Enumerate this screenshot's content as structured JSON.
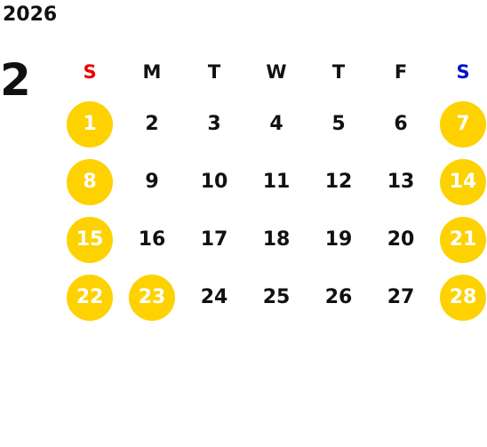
{
  "year": "2026",
  "month": "2",
  "colors": {
    "highlight": "#fdd200",
    "sunday_header": "#ee0000",
    "saturday_header": "#0011cc"
  },
  "weekdays": [
    "S",
    "M",
    "T",
    "W",
    "T",
    "F",
    "S"
  ],
  "weeks": [
    [
      {
        "d": "1",
        "hl": true
      },
      {
        "d": "2",
        "hl": false
      },
      {
        "d": "3",
        "hl": false
      },
      {
        "d": "4",
        "hl": false
      },
      {
        "d": "5",
        "hl": false
      },
      {
        "d": "6",
        "hl": false
      },
      {
        "d": "7",
        "hl": true
      }
    ],
    [
      {
        "d": "8",
        "hl": true
      },
      {
        "d": "9",
        "hl": false
      },
      {
        "d": "10",
        "hl": false
      },
      {
        "d": "11",
        "hl": false
      },
      {
        "d": "12",
        "hl": false
      },
      {
        "d": "13",
        "hl": false
      },
      {
        "d": "14",
        "hl": true
      }
    ],
    [
      {
        "d": "15",
        "hl": true
      },
      {
        "d": "16",
        "hl": false
      },
      {
        "d": "17",
        "hl": false
      },
      {
        "d": "18",
        "hl": false
      },
      {
        "d": "19",
        "hl": false
      },
      {
        "d": "20",
        "hl": false
      },
      {
        "d": "21",
        "hl": true
      }
    ],
    [
      {
        "d": "22",
        "hl": true
      },
      {
        "d": "23",
        "hl": true
      },
      {
        "d": "24",
        "hl": false
      },
      {
        "d": "25",
        "hl": false
      },
      {
        "d": "26",
        "hl": false
      },
      {
        "d": "27",
        "hl": false
      },
      {
        "d": "28",
        "hl": true
      }
    ]
  ]
}
